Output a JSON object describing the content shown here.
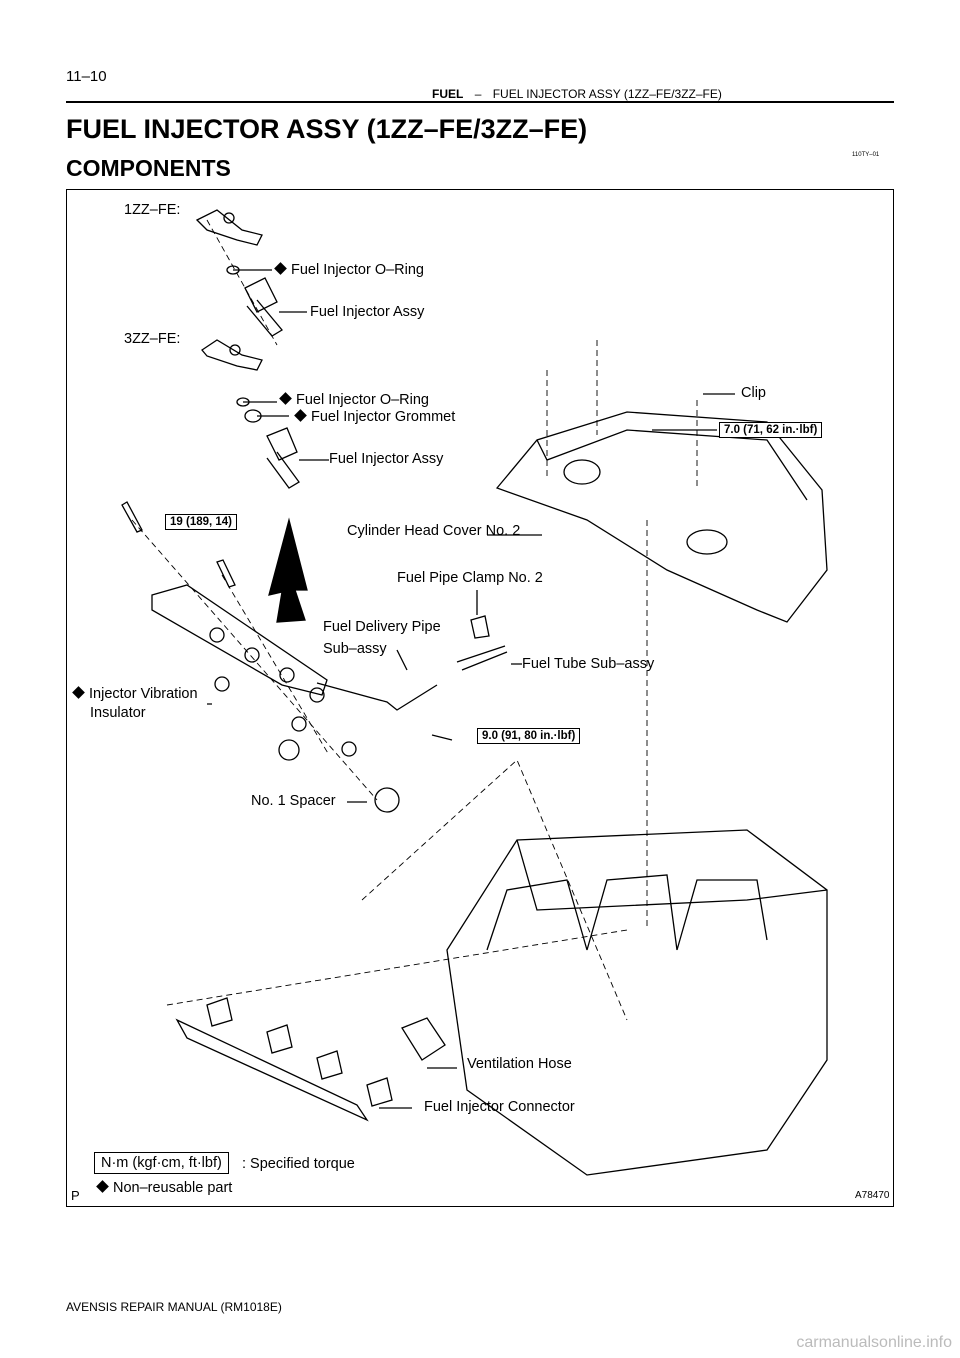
{
  "header": {
    "page_number": "11–10",
    "section": "FUEL",
    "dash": "–",
    "subsection": "FUEL INJECTOR ASSY (1ZZ–FE/3ZZ–FE)"
  },
  "title": "FUEL INJECTOR ASSY (1ZZ–FE/3ZZ–FE)",
  "subtitle": "COMPONENTS",
  "doc_code": "110TY–01",
  "figure": {
    "labels": {
      "engine_1zz": "1ZZ–FE:",
      "engine_3zz": "3ZZ–FE:",
      "o_ring_1": "Fuel Injector O–Ring",
      "injector_assy_1": "Fuel Injector Assy",
      "o_ring_2": "Fuel Injector O–Ring",
      "grommet": "Fuel Injector Grommet",
      "injector_assy_2": "Fuel Injector Assy",
      "clip": "Clip",
      "cylinder_head_cover": "Cylinder Head Cover No. 2",
      "pipe_clamp": "Fuel Pipe Clamp No. 2",
      "delivery_pipe_1": "Fuel Delivery Pipe",
      "delivery_pipe_2": "Sub–assy",
      "fuel_tube": "Fuel Tube Sub–assy",
      "vibration_insulator_1": "Injector Vibration",
      "vibration_insulator_2": "Insulator",
      "spacer": "No. 1 Spacer",
      "ventilation_hose": "Ventilation Hose",
      "injector_connector": "Fuel Injector Connector"
    },
    "torques": {
      "cover": "7.0 (71, 62 in.·lbf)",
      "delivery_pipe_bolt": "19 (189, 14)",
      "clamp_bolt": "9.0 (91, 80 in.·lbf)"
    },
    "legend": {
      "unit_box": "N·m (kgf·cm, ft·lbf)",
      "unit_text": ": Specified torque",
      "non_reusable": "Non–reusable part"
    },
    "corner_letter": "P",
    "figure_code": "A78470"
  },
  "footer": "AVENSIS REPAIR MANUAL   (RM1018E)",
  "watermark": "carmanualsonline.info"
}
